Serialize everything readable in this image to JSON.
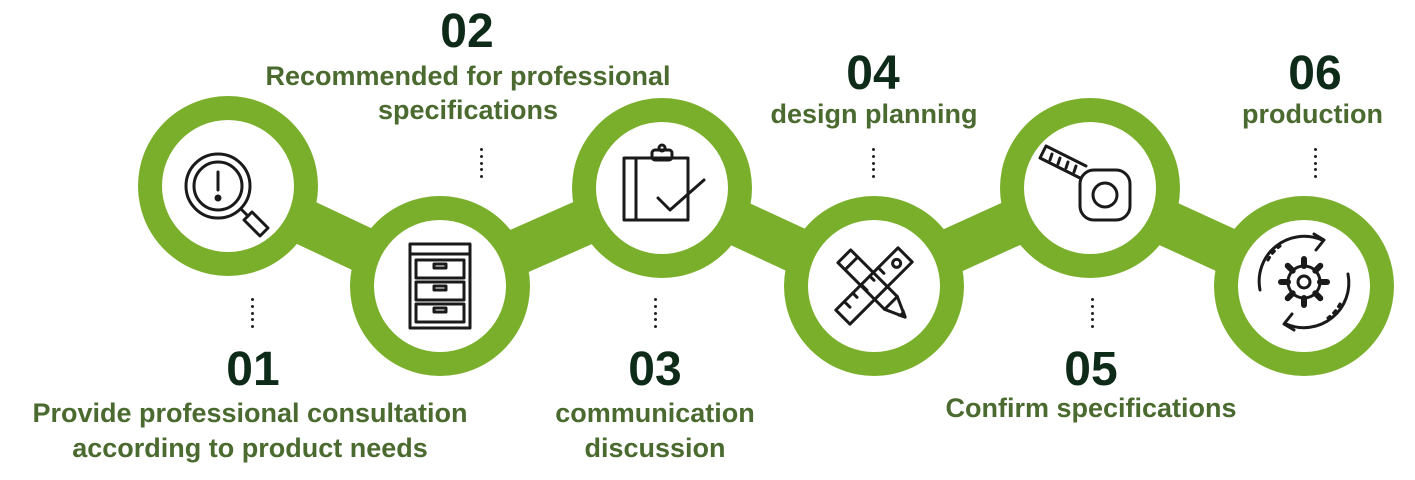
{
  "colors": {
    "chain_green": "#7aaf2c",
    "number_text": "#0e2a18",
    "label_text": "#4a6a2f",
    "icon_stroke": "#1a1a1a"
  },
  "steps": [
    {
      "number": "01",
      "label_lines": [
        "Provide professional consultation",
        "according to product needs"
      ],
      "icon": "magnifier-alert-icon"
    },
    {
      "number": "02",
      "label_lines": [
        "Recommended for professional",
        "specifications"
      ],
      "icon": "filing-cabinet-icon"
    },
    {
      "number": "03",
      "label_lines": [
        "communication",
        "discussion"
      ],
      "icon": "clipboard-check-icon"
    },
    {
      "number": "04",
      "label_lines": [
        "design planning"
      ],
      "icon": "pencil-ruler-icon"
    },
    {
      "number": "05",
      "label_lines": [
        "Confirm specifications"
      ],
      "icon": "measuring-tape-icon"
    },
    {
      "number": "06",
      "label_lines": [
        "production"
      ],
      "icon": "gear-cycle-icon"
    }
  ]
}
